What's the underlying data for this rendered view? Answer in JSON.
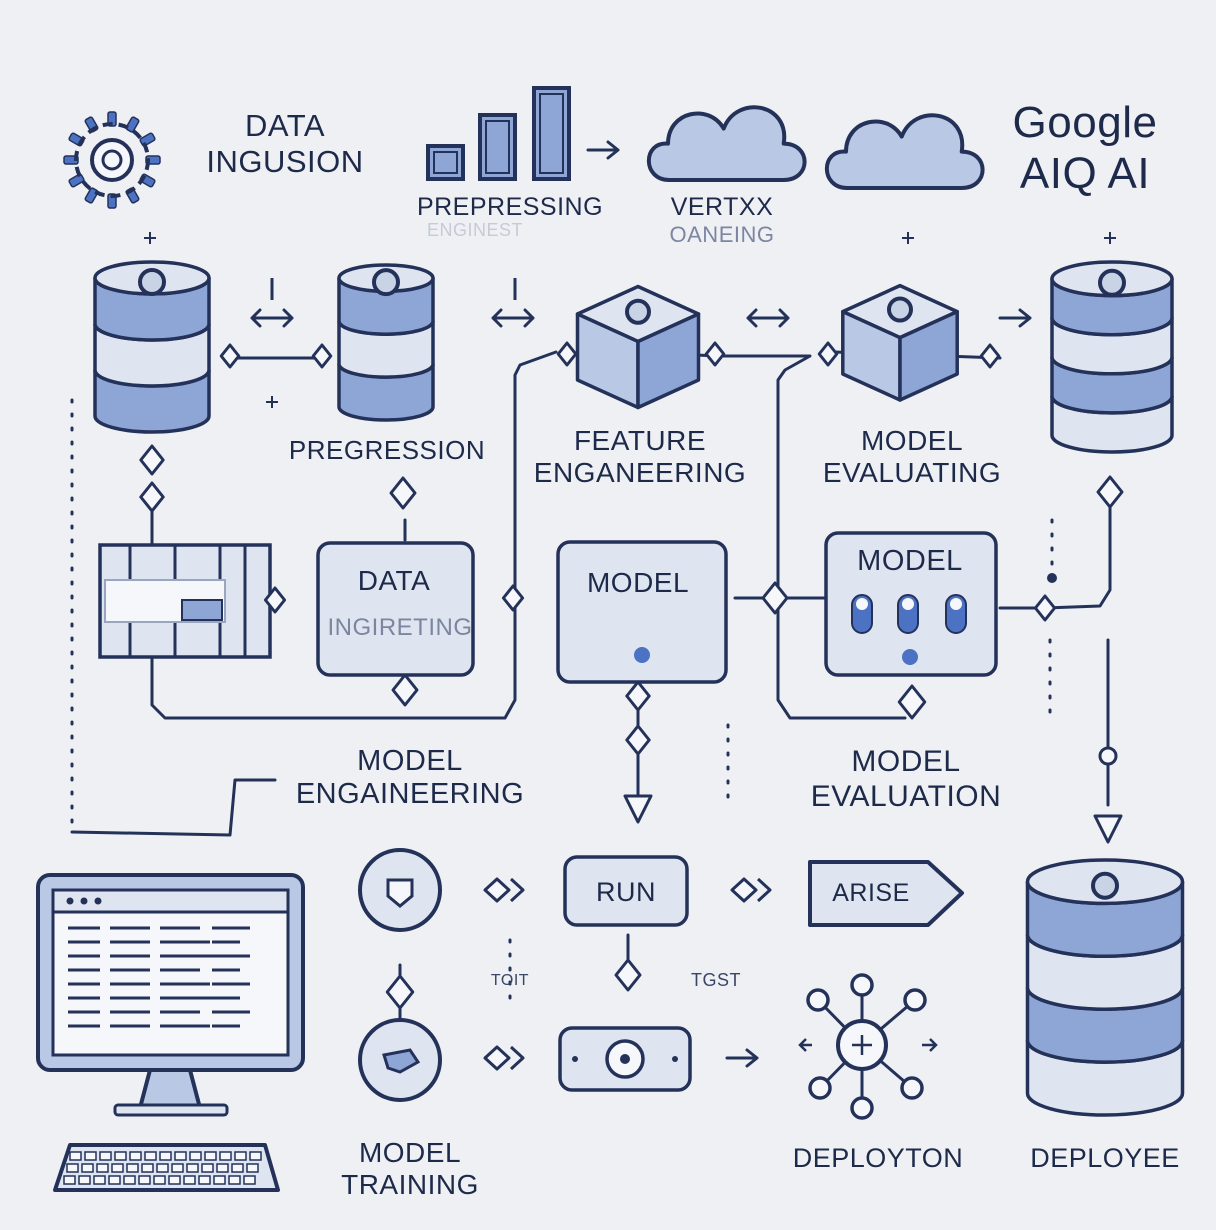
{
  "colors": {
    "background": "#eef0f4",
    "stroke": "#24325a",
    "fill_light": "#dfe5f0",
    "fill_mid": "#b9c8e4",
    "fill_blue": "#8ea6d6",
    "accent": "#4c72c4"
  },
  "brand": {
    "line1": "Google",
    "line2": "AIQ AI"
  },
  "labels": {
    "data_ingusion": [
      "DATA",
      "INGUSION"
    ],
    "preprocessing_top": "PREPRESSING",
    "preprocessing_top_faint": "ENGINEST",
    "vertex": "VERTXX",
    "vertex_sub": "OANEING",
    "pregression": "PREGRESSION",
    "feature_engineering": [
      "FEATURE",
      "ENGANEERING"
    ],
    "model_evaluating": [
      "MODEL",
      "EVALUATING"
    ],
    "data_box_title": "DATA",
    "data_box_sub": "INGIRETING",
    "model_box_title": "MODEL",
    "model_box_right_title": "MODEL",
    "model_engineering": [
      "MODEL",
      "ENGAINEERING"
    ],
    "model_evaluation": [
      "MODEL",
      "EVALUATION"
    ],
    "run": "RUN",
    "arise": "ARISE",
    "tout": "TOIT",
    "test": "TGST",
    "model_training": [
      "MODEL",
      "TRAINING"
    ],
    "deployment": "DEPLOYTON",
    "deployee": "DEPLOYEE"
  },
  "icons": [
    "gear-icon",
    "bar-chart-icon",
    "cloud-icon",
    "database-icon",
    "cube-icon",
    "table-icon",
    "monitor-icon",
    "keyboard-icon",
    "network-hub-icon",
    "arrow-icon",
    "diamond-connector-icon"
  ]
}
